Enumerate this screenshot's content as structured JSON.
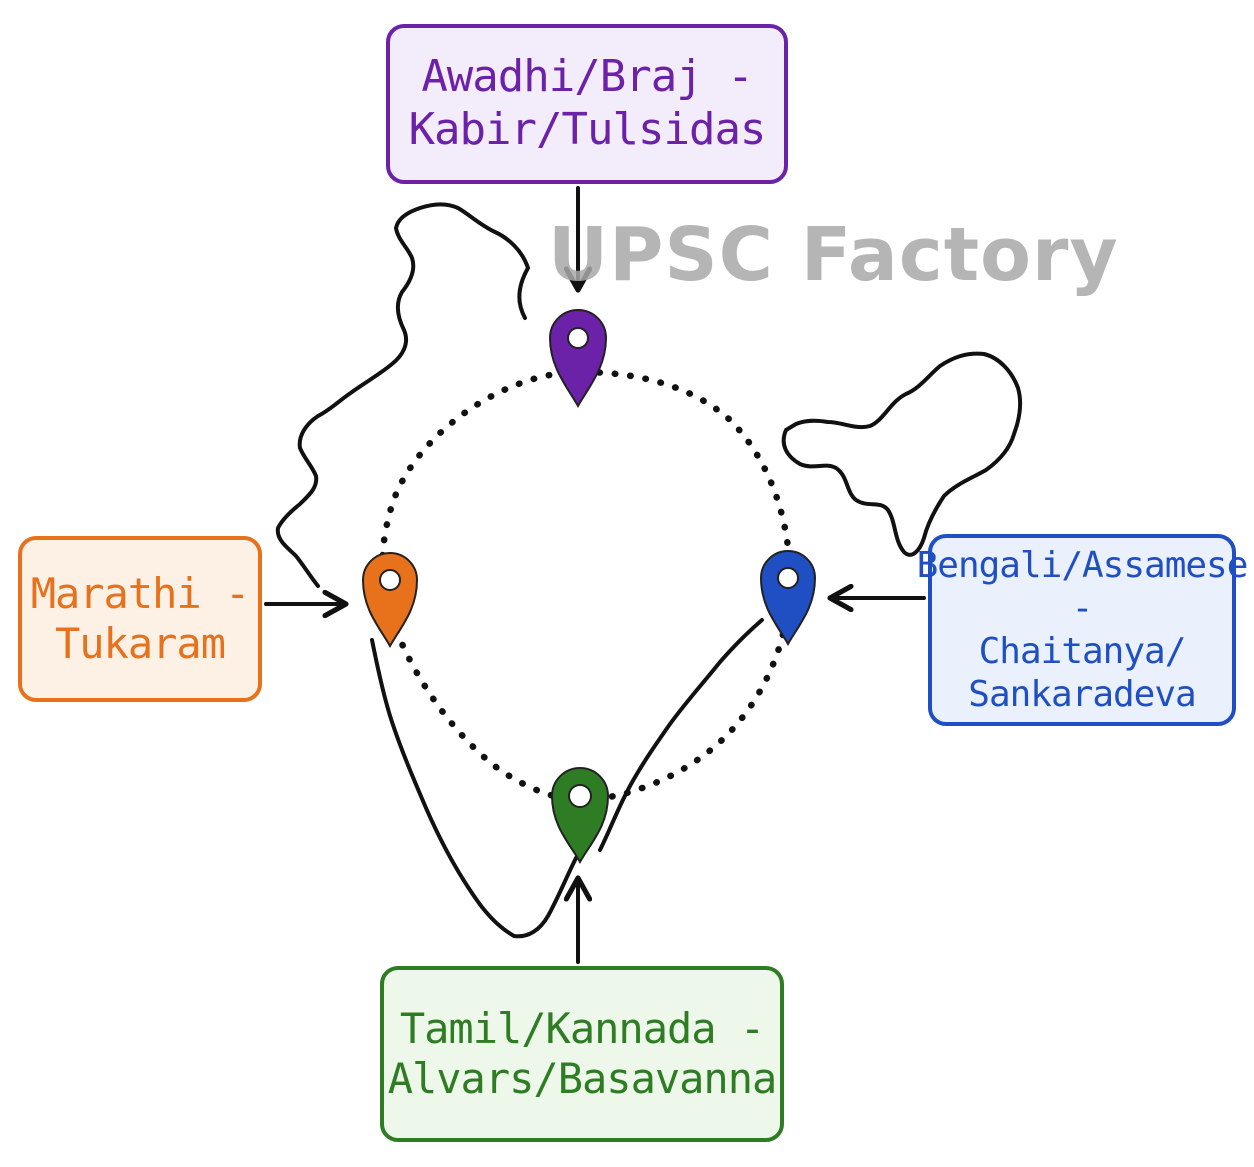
{
  "watermark": "UPSC Factory",
  "colors": {
    "north": "#6b21a8",
    "north_fill": "#f3ecfb",
    "west": "#e8711c",
    "west_fill": "#fdf1e6",
    "east": "#1f4fc2",
    "east_fill": "#eaf1fc",
    "south": "#2e7d24",
    "south_fill": "#edf7ea",
    "outline": "#111111"
  },
  "regions": {
    "north": {
      "line1": "Awadhi/Braj -",
      "line2": "Kabir/Tulsidas"
    },
    "west": {
      "line1": "Marathi -",
      "line2": "Tukaram"
    },
    "east": {
      "line1": "Bengali/Assamese -",
      "line2": "Chaitanya/",
      "line3": "Sankaradeva"
    },
    "south": {
      "line1": "Tamil/Kannada -",
      "line2": "Alvars/Basavanna"
    }
  },
  "markers": [
    {
      "region": "north",
      "icon": "map-pin-icon",
      "color": "#6b21a8"
    },
    {
      "region": "west",
      "icon": "map-pin-icon",
      "color": "#e8711c"
    },
    {
      "region": "east",
      "icon": "map-pin-icon",
      "color": "#1f4fc2"
    },
    {
      "region": "south",
      "icon": "map-pin-icon",
      "color": "#2e7d24"
    }
  ]
}
